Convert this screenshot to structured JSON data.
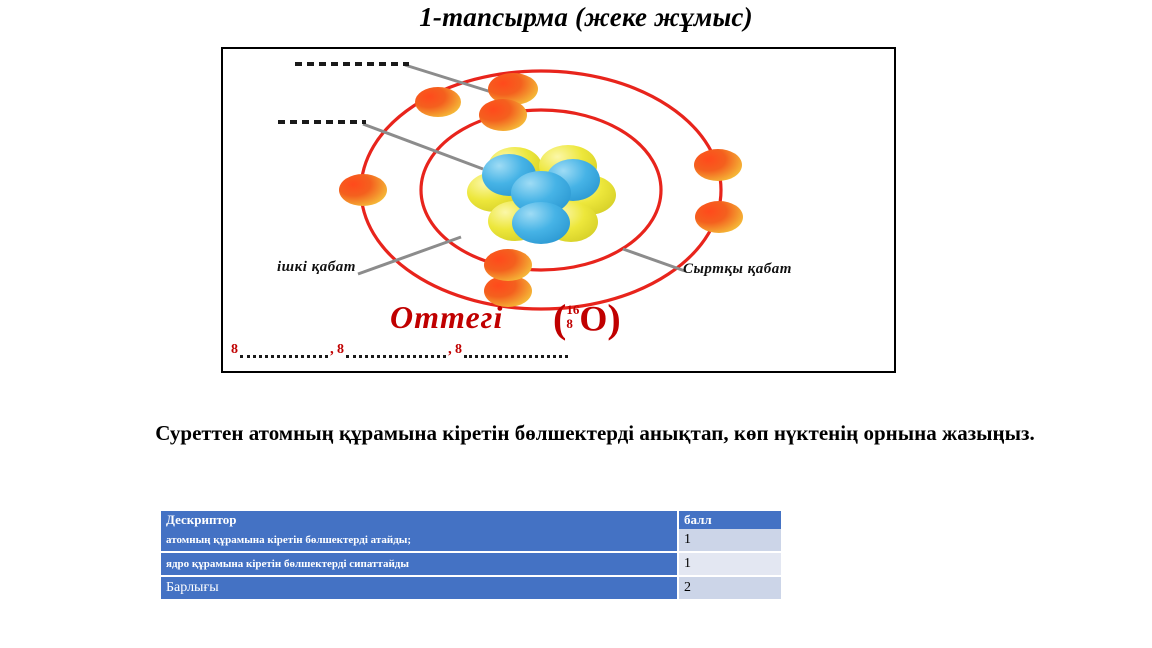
{
  "title": "1-тапсырма (жеке жұмыс)",
  "figure": {
    "alt_name": "atom-structure-diagram",
    "inner_shell_label": "ішкі қабат",
    "outer_shell_label": "Сыртқы қабат",
    "element_name": "Оттегі",
    "isotope": {
      "open_paren": "(",
      "mass_number": "16",
      "atomic_number": "8",
      "symbol": "O",
      "close_paren": ")"
    },
    "blanks": [
      {
        "number": "8",
        "dots": ""
      },
      {
        "number": "8",
        "dots": ""
      },
      {
        "number": "8",
        "dots": ""
      }
    ],
    "separators": [
      ",",
      ","
    ],
    "colors": {
      "orbit": "#E8241C",
      "electron": "#F26522",
      "electron_highlight": "#F7C948",
      "nucleus_blue": "#41AFE0",
      "nucleus_yellow": "#EDE73B",
      "leader_line": "#808080",
      "element_text": "#C00000",
      "frame": "#000000"
    },
    "electron_count_outer": 6,
    "electron_count_inner": 2
  },
  "instruction": "Суреттен атомның құрамына кіретін бөлшектерді анықтап, көп нүктенің орнына жазыңыз.",
  "table": {
    "headers": [
      "Дескриптор",
      "балл"
    ],
    "rows": [
      {
        "descriptor": " атомның құрамына кіретін бөлшектерді атайды;",
        "ball": "1"
      },
      {
        "descriptor": "ядро құрамына кіретін бөлшектерді сипаттайды",
        "ball": "1"
      },
      {
        "descriptor": "Барлығы",
        "ball": "2"
      }
    ],
    "colors": {
      "header_bg": "#4472C4",
      "row_bg": "#4472C4",
      "score_bg_odd": "#CCD5E8",
      "score_bg_even": "#E3E7F2"
    }
  }
}
